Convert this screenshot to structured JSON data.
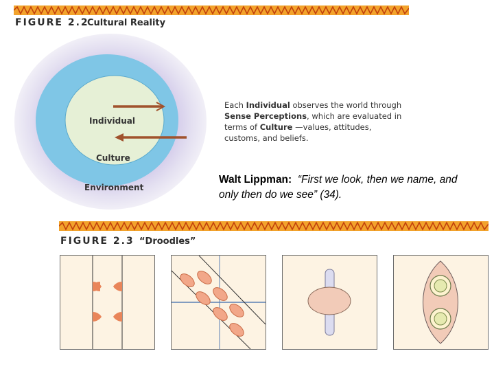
{
  "figure22": {
    "label": "FIGURE 2.2",
    "title": "Cultural Reality",
    "individual": "Individual",
    "culture": "Culture",
    "environment": "Environment",
    "description": {
      "p1": "Each ",
      "b1": "Individual",
      "p2": " observes the world through ",
      "b2": "Sense Perceptions",
      "p3": ", which are evaluated in terms of ",
      "b3": "Culture",
      "p4": " —values, attitudes, customs, and beliefs."
    }
  },
  "quote": {
    "speaker": "Walt Lippman:",
    "text": "“First we look, then we name, and only then do we see” (34)."
  },
  "figure23": {
    "label": "FIGURE 2.3",
    "title": "“Droodles”"
  },
  "colors": {
    "zigzag_orange": "#f2a32c",
    "arrow_brown": "#a0522d",
    "panel_bg": "#fdf3e3",
    "blob_orange": "#e9855a",
    "inner_green": "#e6f0d6",
    "culture_blue": "#7fc6e6"
  }
}
